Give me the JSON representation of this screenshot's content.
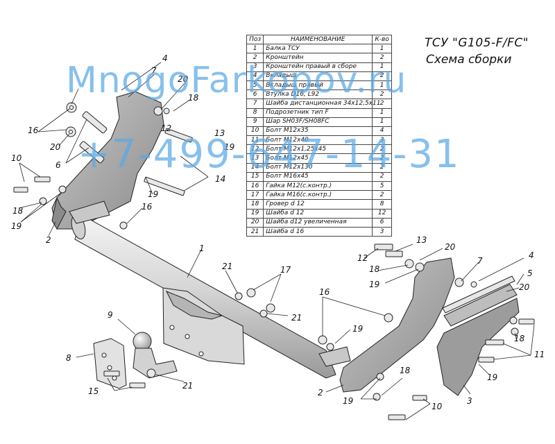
{
  "title": "ТСУ \"G105-F/FC\"",
  "subtitle": "Схема сборки",
  "watermark": {
    "line1": "MnogoFarkopov.ru",
    "line2": "+7-499-647-14-31"
  },
  "table": {
    "headers": [
      "Поз",
      "НАИМЕНОВАНИЕ",
      "К-во"
    ],
    "rows": [
      [
        "1",
        "Балка ТСУ",
        "1"
      ],
      [
        "2",
        "Кронштейн",
        "2"
      ],
      [
        "3",
        "Кронштейн правый в сборе",
        "1"
      ],
      [
        "4",
        "Вкладыш",
        "2"
      ],
      [
        "5",
        "Вкладыш правый",
        "1"
      ],
      [
        "6",
        "Втулка D16, L92",
        "2"
      ],
      [
        "7",
        "Шайба дистанционная 34х12,5х11",
        "2"
      ],
      [
        "8",
        "Подрозетник тип F",
        "1"
      ],
      [
        "9",
        "Шар SH03F/SH08FC",
        "1"
      ],
      [
        "10",
        "Болт М12х35",
        "4"
      ],
      [
        "11",
        "Болт М12х40",
        "3"
      ],
      [
        "12",
        "Болт М12х1,25х45",
        "2"
      ],
      [
        "13",
        "Болт М12х45",
        "2"
      ],
      [
        "14",
        "Болт М12х130",
        "2"
      ],
      [
        "15",
        "Болт М16х45",
        "2"
      ],
      [
        "16",
        "Гайка М12(с.контр.)",
        "5"
      ],
      [
        "17",
        "Гайка М16(с.контр.)",
        "2"
      ],
      [
        "18",
        "Гровер d 12",
        "8"
      ],
      [
        "19",
        "Шайба d 12",
        "12"
      ],
      [
        "20",
        "Шайба d12 увеличенная",
        "6"
      ],
      [
        "21",
        "Шайба d 16",
        "3"
      ]
    ]
  },
  "callouts": [
    {
      "label": "1"
    },
    {
      "label": "2"
    },
    {
      "label": "2"
    },
    {
      "label": "3"
    },
    {
      "label": "4"
    },
    {
      "label": "4"
    },
    {
      "label": "5"
    },
    {
      "label": "6"
    },
    {
      "label": "7"
    },
    {
      "label": "7"
    },
    {
      "label": "8"
    },
    {
      "label": "9"
    },
    {
      "label": "10"
    },
    {
      "label": "10"
    },
    {
      "label": "11"
    },
    {
      "label": "12"
    },
    {
      "label": "12"
    },
    {
      "label": "13"
    },
    {
      "label": "13"
    },
    {
      "label": "14"
    },
    {
      "label": "15"
    },
    {
      "label": "16"
    },
    {
      "label": "16"
    },
    {
      "label": "16"
    },
    {
      "label": "17"
    },
    {
      "label": "18"
    },
    {
      "label": "18"
    },
    {
      "label": "18"
    },
    {
      "label": "18"
    },
    {
      "label": "18"
    },
    {
      "label": "19"
    },
    {
      "label": "19"
    },
    {
      "label": "19"
    },
    {
      "label": "19"
    },
    {
      "label": "19"
    },
    {
      "label": "19"
    },
    {
      "label": "19"
    },
    {
      "label": "20"
    },
    {
      "label": "20"
    },
    {
      "label": "20"
    },
    {
      "label": "20"
    },
    {
      "label": "21"
    },
    {
      "label": "21"
    },
    {
      "label": "21"
    }
  ],
  "colors": {
    "line": "#222222",
    "metal_light": "#e6e6e6",
    "metal_mid": "#bdbdbd",
    "metal_dark": "#8a8a8a",
    "watermark": "#5aa9e6"
  }
}
